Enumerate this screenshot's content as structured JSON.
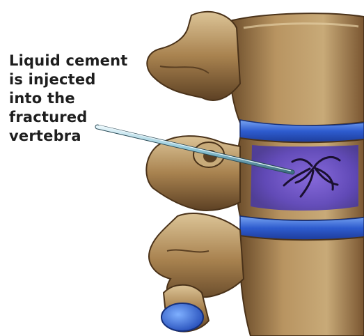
{
  "caption": {
    "lines": [
      "Liquid cement",
      "is injected",
      "into the",
      "fractured",
      "vertebra"
    ]
  },
  "colors": {
    "background": "#ffffff",
    "text": "#1e1e1e",
    "bone": "#a88455",
    "bone_dark": "#5a3f22",
    "bone_light": "#d8bf8e",
    "disc": "#2f5fd0",
    "disc_light": "#6f9cf0",
    "cement": "#6a4fd0",
    "crack": "#1a1030",
    "needle": "#9fd4e2"
  },
  "icons": [
    "vertebra-illustration",
    "needle",
    "fracture-crack"
  ]
}
